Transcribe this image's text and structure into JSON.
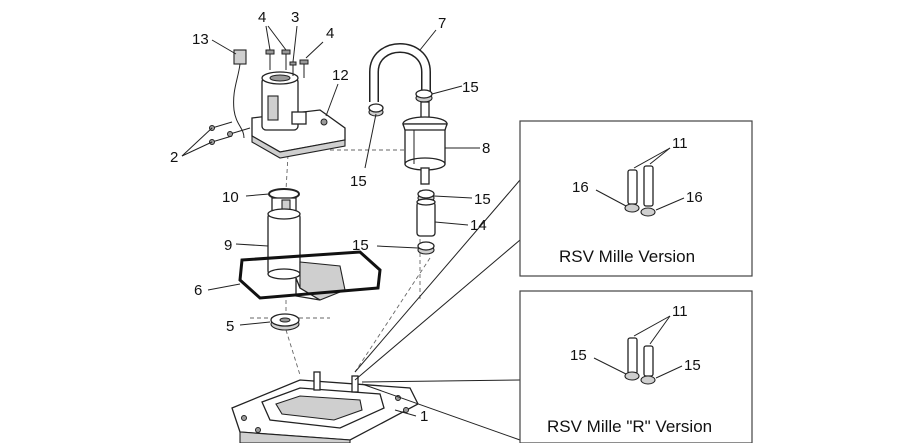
{
  "callouts": {
    "c1": "1",
    "c2": "2",
    "c3": "3",
    "c4a": "4",
    "c4b": "4",
    "c5": "5",
    "c6": "6",
    "c7": "7",
    "c8": "8",
    "c9": "9",
    "c10": "10",
    "c11a": "11",
    "c11b": "11",
    "c12": "12",
    "c13": "13",
    "c14": "14",
    "c15a": "15",
    "c15b": "15",
    "c15c": "15",
    "c15d": "15",
    "c16a": "16",
    "c16b": "16",
    "c15e": "15",
    "c15f": "15"
  },
  "versions": {
    "mille": "RSV Mille Version",
    "mille_r": "RSV Mille \"R\" Version"
  },
  "colors": {
    "line": "#222222",
    "shade": "#cfcfcf",
    "background": "#ffffff"
  }
}
